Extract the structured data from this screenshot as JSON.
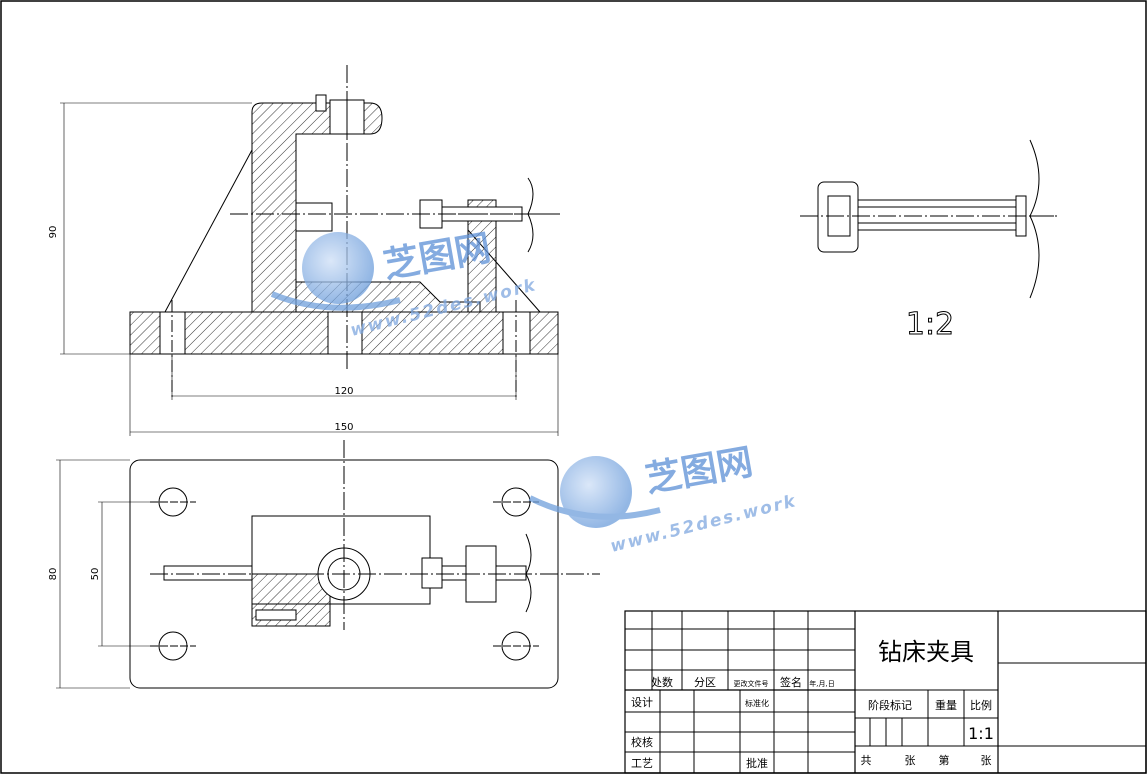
{
  "dimensions": {
    "front_height": "90",
    "front_hole_span": "120",
    "front_width": "150",
    "top_height": "80",
    "top_hole_span": "50"
  },
  "side_view_scale": "1:2",
  "watermark": {
    "brand": "芝图网",
    "url": "www.52des.work"
  },
  "title_block": {
    "drawing_title": "钻床夹具",
    "rev_labels": [
      "处数",
      "分区",
      "更改文件号",
      "签名",
      "年,月,日"
    ],
    "row_labels": {
      "design": "设计",
      "standardization": "标准化",
      "check": "校核",
      "process": "工艺",
      "approve": "批准"
    },
    "stage_mark_label": "阶段标记",
    "weight_label": "重量",
    "scale_label": "比例",
    "scale_value": "1:1",
    "sheet_total": "共",
    "sheet_unit": "张",
    "sheet_index": "第",
    "sheet_unit2": "张"
  },
  "colors": {
    "line": "#000000",
    "watermark": "#5b8fd6",
    "background": "#ffffff"
  }
}
